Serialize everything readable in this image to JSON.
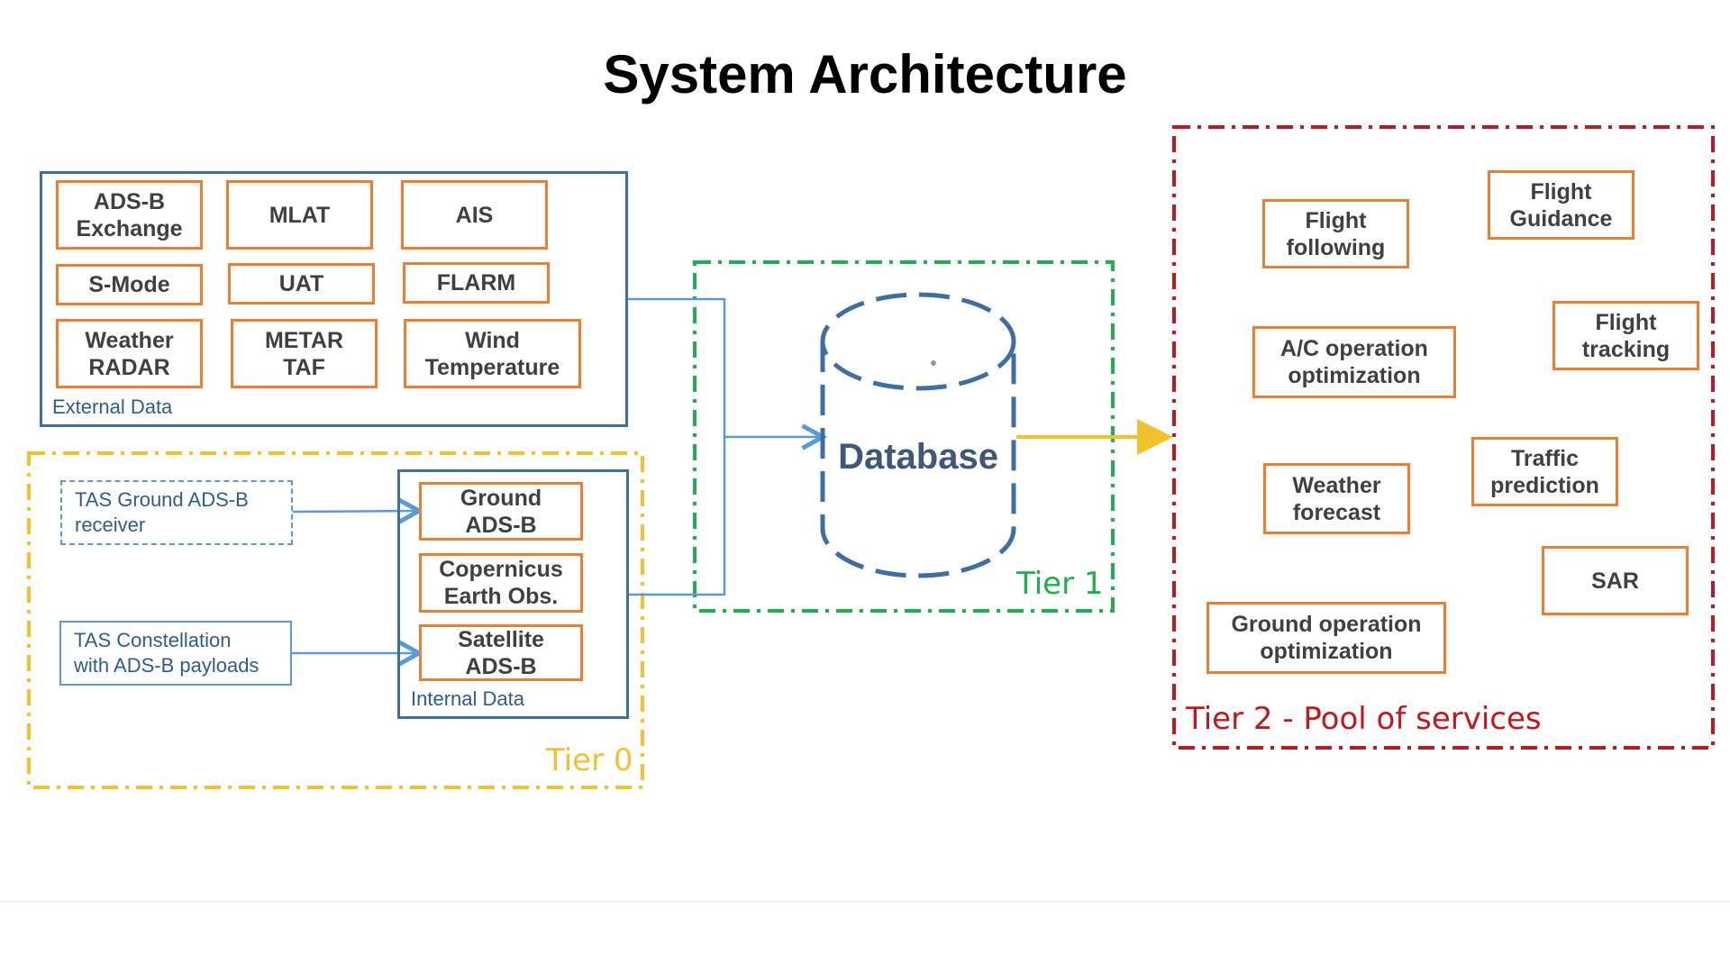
{
  "title": "System Architecture",
  "external_data": {
    "label": "External Data",
    "items": [
      "ADS-B\nExchange",
      "MLAT",
      "AIS",
      "S-Mode",
      "UAT",
      "FLARM",
      "Weather\nRADAR",
      "METAR\nTAF",
      "Wind\nTemperature"
    ]
  },
  "sources": {
    "ground_receiver": "TAS Ground ADS-B\nreceiver",
    "constellation": "TAS Constellation\nwith ADS-B payloads"
  },
  "internal_data": {
    "label": "Internal Data",
    "items": [
      "Ground\nADS-B",
      "Copernicus\nEarth Obs.",
      "Satellite\nADS-B"
    ]
  },
  "database": {
    "label": "Database"
  },
  "tiers": {
    "tier0": "Tier 0",
    "tier1": "Tier 1",
    "tier2": "Tier 2 - Pool of services"
  },
  "services": [
    "Flight\nfollowing",
    "Flight\nGuidance",
    "A/C operation\noptimization",
    "Flight\ntracking",
    "Weather\nforecast",
    "Traffic\nprediction",
    "SAR",
    "Ground operation\noptimization"
  ],
  "colors": {
    "box_border": "#ec7d31",
    "panel_border": "#3f6fa0",
    "tier0": "#f2c12e",
    "tier1": "#1faf50",
    "tier2": "#c0181f",
    "connector": "#5b9bd5",
    "output_arrow": "#f2c12e"
  }
}
